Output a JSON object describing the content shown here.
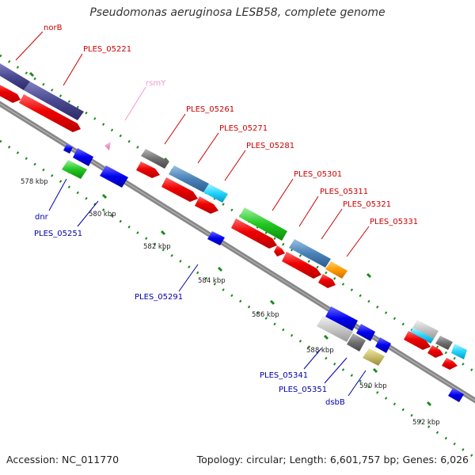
{
  "title": "Pseudomonas aeruginosa LESB58, complete genome",
  "footer": {
    "accession": "Accession: NC_011770",
    "summary": "Topology: circular; Length: 6,601,757 bp; Genes: 6,026"
  },
  "ticks": [
    "578 kbp",
    "580 kbp",
    "582 kbp",
    "584 kbp",
    "586 kbp",
    "588 kbp",
    "590 kbp",
    "592 kbp"
  ],
  "labels": {
    "norB": "norB",
    "PLES_05221": "PLES_05221",
    "rsmY": "rsmY",
    "PLES_05261": "PLES_05261",
    "PLES_05271": "PLES_05271",
    "PLES_05281": "PLES_05281",
    "PLES_05301": "PLES_05301",
    "PLES_05311": "PLES_05311",
    "PLES_05321": "PLES_05321",
    "PLES_05331": "PLES_05331",
    "dnr": "dnr",
    "PLES_05251": "PLES_05251",
    "PLES_05291": "PLES_05291",
    "PLES_05341": "PLES_05341",
    "PLES_05351": "PLES_05351",
    "dsbB": "dsbB"
  },
  "colors": {
    "forward_label": "#cc0000",
    "reverse_label": "#0000aa",
    "rna_label": "#f09ad0",
    "backbone": "#888888",
    "tick": "#1a8a1a",
    "cds": "#ff0000"
  }
}
